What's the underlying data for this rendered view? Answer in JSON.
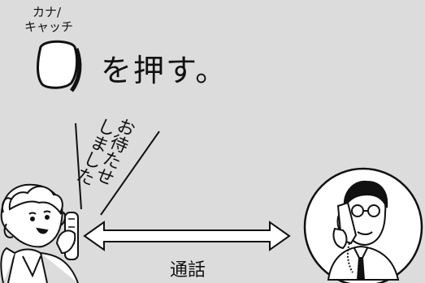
{
  "key": {
    "line1": "カナ/",
    "line2": "キャッチ"
  },
  "instruction": "を押す。",
  "speech": {
    "col1": "お待たせ",
    "col2": "しました"
  },
  "communication_label": "通話",
  "colors": {
    "background": "#dcdcdc",
    "line": "#111111",
    "fill": "#ffffff"
  },
  "icons": [
    "phone-key-button-icon",
    "woman-with-handset-icon",
    "man-on-phone-icon",
    "double-arrow-icon"
  ]
}
